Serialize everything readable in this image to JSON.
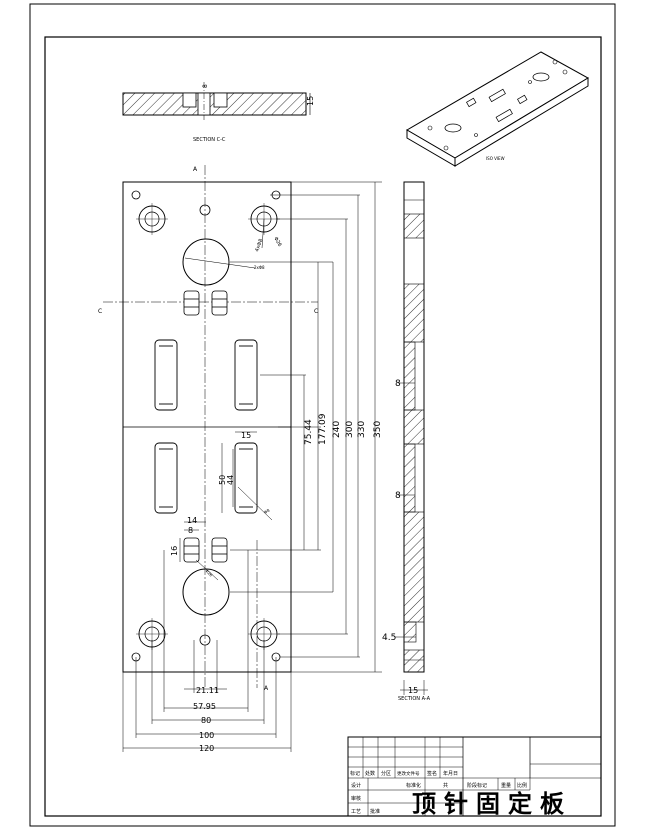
{
  "title_block": {
    "title_big": "顶针固定板",
    "row_labels": [
      "标记",
      "处数",
      "分区",
      "更改文件号",
      "签名",
      "年月日"
    ],
    "col_labels": [
      "阶段标记",
      "重量",
      "比例"
    ],
    "left_labels": [
      "设计",
      "审核",
      "工艺"
    ],
    "mid_labels": [
      "标准化",
      "批准"
    ],
    "small_chars": [
      "共",
      "张"
    ]
  },
  "views": {
    "section_cc_label": "SECTION C-C",
    "section_aa_label": "SECTION A-A",
    "iso_label": "ISO VIEW",
    "cut_a_top": "A",
    "cut_a_bottom": "A",
    "cut_c_left": "C",
    "cut_c_right": "C"
  },
  "dims": {
    "cc_thickness": "15",
    "cc_hole": "8",
    "h_21": "21.11",
    "h_58": "57.95",
    "h_80": "80",
    "h_100": "100",
    "h_120": "120",
    "v_75": "75.44",
    "v_177": "177.09",
    "v_240": "240",
    "v_300": "300",
    "v_330": "330",
    "v_350": "350",
    "slot_w": "15",
    "slot_l": "50",
    "slot_l2": "44",
    "small_14": "14",
    "small_8": "8",
    "small_16": "16",
    "side_8a": "8",
    "side_8b": "8",
    "side_45": "4.5",
    "side_15": "15",
    "hole_note_1": "4xΦ8",
    "hole_note_2": "Φ26",
    "hole_note_3": "2xΦ8",
    "hole_note_4": "Φ8"
  }
}
